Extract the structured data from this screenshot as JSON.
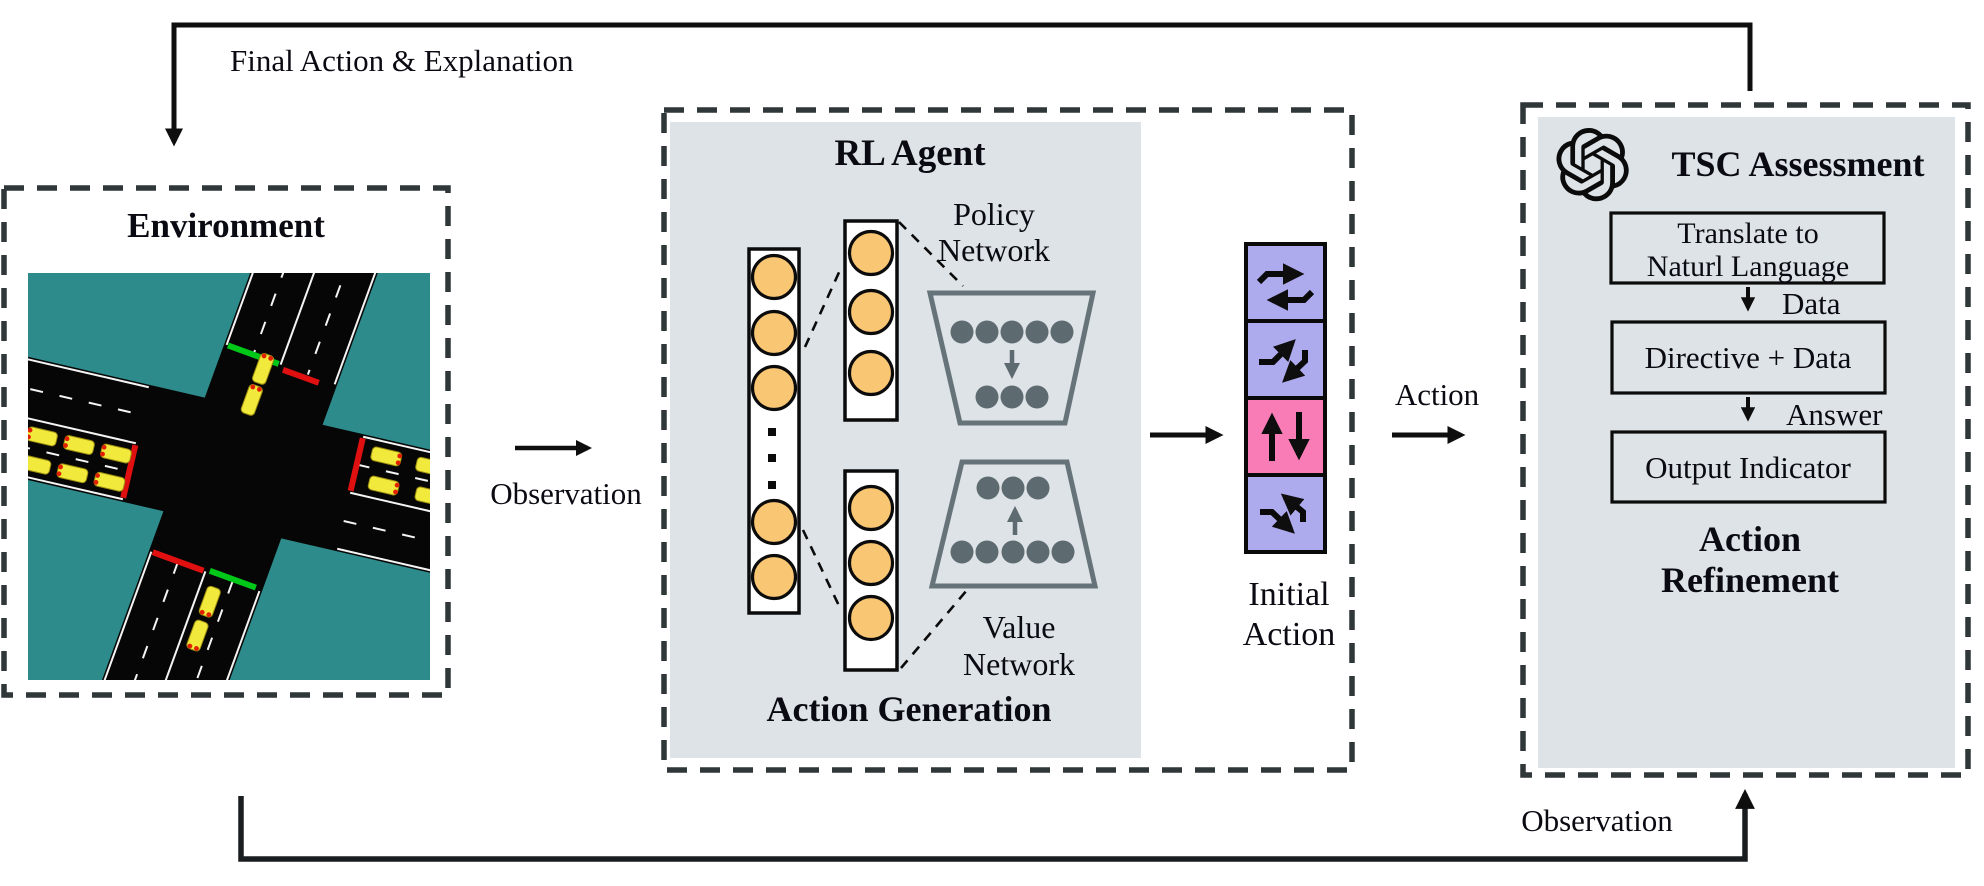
{
  "feedback": {
    "top_label": "Final Action & Explanation",
    "bottom_label": "Observation"
  },
  "environment": {
    "title": "Environment",
    "image": "traffic-intersection-simulation",
    "observation_label": "Observation"
  },
  "rl_agent": {
    "title": "RL Agent",
    "policy_label_line1": "Policy",
    "policy_label_line2": "Network",
    "value_label_line1": "Value",
    "value_label_line2": "Network",
    "caption": "Action Generation"
  },
  "initial_action": {
    "label_line1": "Initial",
    "label_line2": "Action",
    "phases": [
      {
        "icon": "phase-east-west-through-icon",
        "selected": false
      },
      {
        "icon": "phase-diagonal-ne-sw-icon",
        "selected": false
      },
      {
        "icon": "phase-north-south-through-icon",
        "selected": true
      },
      {
        "icon": "phase-diagonal-se-nw-icon",
        "selected": false
      }
    ]
  },
  "action_arrow_label": "Action",
  "tsc_assessment": {
    "logo_icon": "openai-logo-icon",
    "title": "TSC Assessment",
    "step1_line1": "Translate to",
    "step1_line2": "Naturl Language",
    "data_label": "Data",
    "step2": "Directive + Data",
    "answer_label": "Answer",
    "step3": "Output Indicator",
    "caption_line1": "Action",
    "caption_line2": "Refinement"
  },
  "colors": {
    "panel_gray": "#dde3e7",
    "dashed_border": "#2f3739",
    "neuron_orange": "#f9c674",
    "network_gray": "#5d6b70",
    "phase_purple": "#aeaaee",
    "phase_selected_pink": "#fa7cb6",
    "sim_teal": "#2e8b8b",
    "sim_road": "#060606",
    "car_yellow": "#f1e93b",
    "signal_red": "#e01010",
    "signal_green": "#00c818"
  }
}
